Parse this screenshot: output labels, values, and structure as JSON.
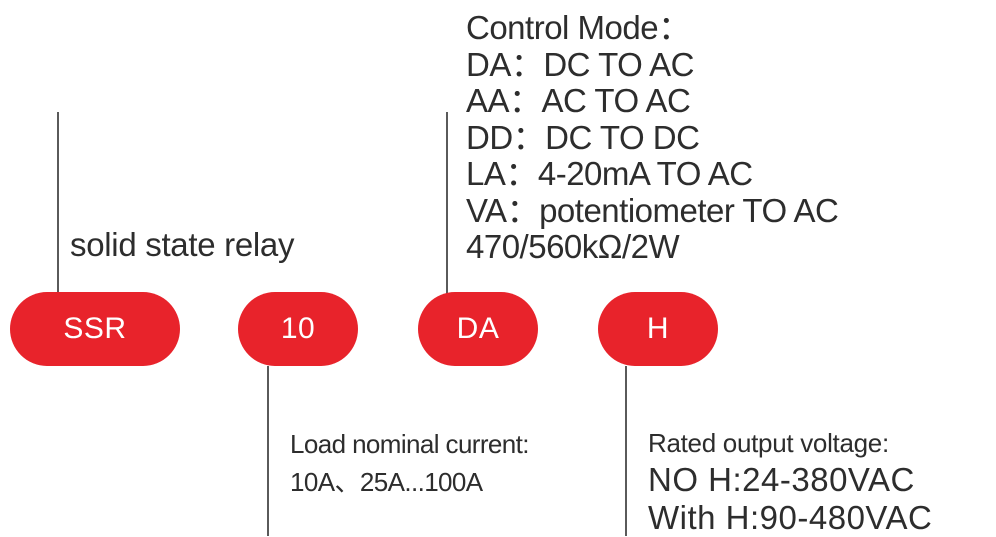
{
  "codes": {
    "ssr": "SSR",
    "current": "10",
    "mode": "DA",
    "voltage": "H"
  },
  "ssr_description": "solid state relay",
  "control_mode": {
    "title": "Control Mode：",
    "items": [
      "DA：DC TO AC",
      "AA：AC TO AC",
      "DD：DC TO DC",
      "LA：4-20mA TO AC",
      "VA：potentiometer TO AC",
      "470/560kΩ/2W"
    ]
  },
  "load_current": {
    "title": "Load nominal current:",
    "values": "10A、25A...100A"
  },
  "rated_voltage": {
    "title": "Rated output voltage:",
    "lines": [
      "NO H:24-380VAC",
      "With H:90-480VAC"
    ]
  },
  "colors": {
    "pill": "#e8232b",
    "pill_text": "#ffffff",
    "text": "#2d2d2d",
    "line": "#5a5a5a"
  }
}
